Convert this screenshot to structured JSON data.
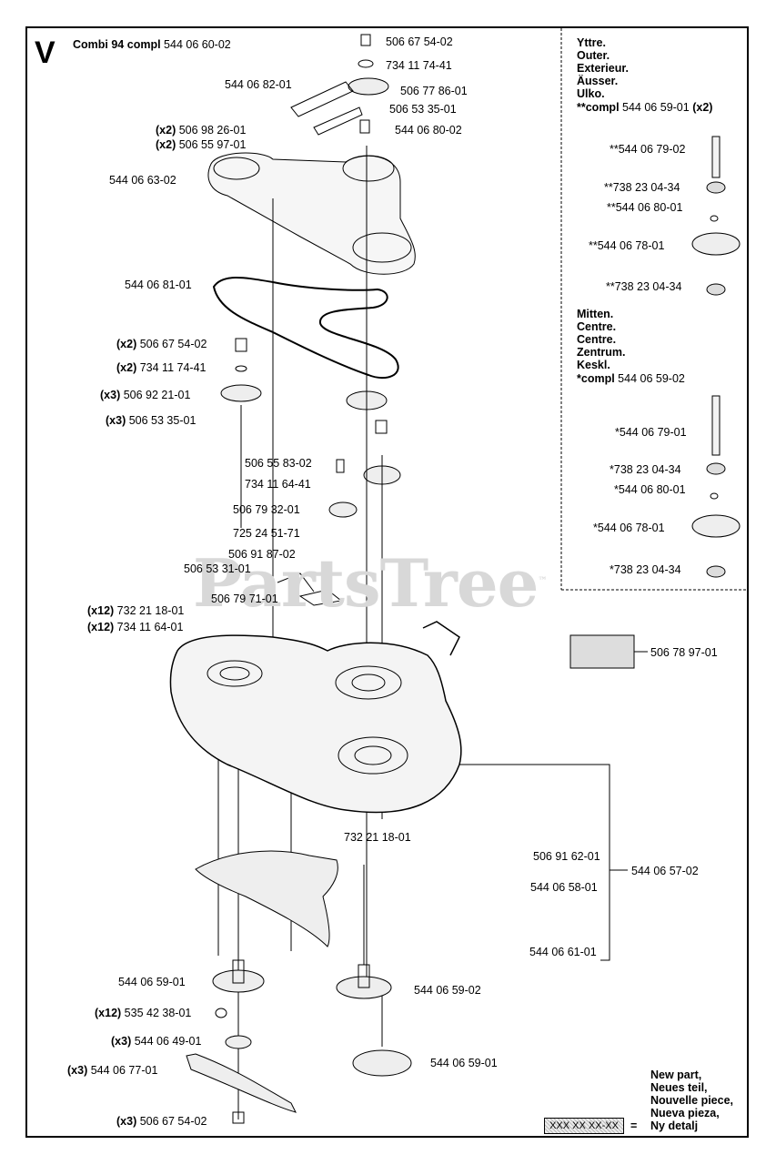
{
  "header": {
    "section_letter": "V",
    "title_bold": "Combi 94",
    "title_bold2": "compl",
    "title_number": "544 06 60-02"
  },
  "watermark": "PartsTree",
  "watermark_tm": "™",
  "parts_left": [
    {
      "qty": "",
      "num": "544 06 82-01"
    },
    {
      "qty": "(x2)",
      "num": "506 98 26-01"
    },
    {
      "qty": "(x2)",
      "num": "506 55 97-01"
    },
    {
      "qty": "",
      "num": "544 06 63-02"
    },
    {
      "qty": "",
      "num": "544 06 81-01"
    },
    {
      "qty": "(x2)",
      "num": "506 67 54-02"
    },
    {
      "qty": "(x2)",
      "num": "734 11 74-41"
    },
    {
      "qty": "(x3)",
      "num": "506 92 21-01"
    },
    {
      "qty": "(x3)",
      "num": "506 53 35-01"
    },
    {
      "qty": "",
      "num": "506 55 83-02"
    },
    {
      "qty": "",
      "num": "734 11 64-41"
    },
    {
      "qty": "",
      "num": "506 79 32-01"
    },
    {
      "qty": "",
      "num": "725 24 51-71"
    },
    {
      "qty": "",
      "num": "506 91 87-02"
    },
    {
      "qty": "",
      "num": "506 53 31-01"
    },
    {
      "qty": "",
      "num": "506 79 71-01"
    },
    {
      "qty": "(x12)",
      "num": "732 21 18-01"
    },
    {
      "qty": "(x12)",
      "num": "734 11 64-01"
    },
    {
      "qty": "",
      "num": "732 21 18-01"
    },
    {
      "qty": "",
      "num": "544 06 59-01"
    },
    {
      "qty": "(x12)",
      "num": "535 42 38-01"
    },
    {
      "qty": "(x3)",
      "num": "544 06 49-01"
    },
    {
      "qty": "(x3)",
      "num": "544 06 77-01"
    },
    {
      "qty": "(x3)",
      "num": "506 67 54-02"
    }
  ],
  "parts_top": [
    {
      "num": "506 67 54-02"
    },
    {
      "num": "734 11 74-41"
    },
    {
      "num": "506 77 86-01"
    },
    {
      "num": "506 53 35-01"
    },
    {
      "num": "544 06 80-02"
    }
  ],
  "parts_right": [
    {
      "num": "506 78 97-01"
    },
    {
      "num": "506 91 62-01"
    },
    {
      "num": "544 06 57-02"
    },
    {
      "num": "544 06 58-01"
    },
    {
      "num": "544 06 61-01"
    },
    {
      "num": "544 06 59-02"
    },
    {
      "num": "544 06 59-01"
    }
  ],
  "outer_box": {
    "lang": [
      "Yttre.",
      "Outer.",
      "Exterieur.",
      "Äusser.",
      "Ulko."
    ],
    "compl_prefix": "**compl",
    "compl_number": "544 06 59-01",
    "compl_qty": "(x2)",
    "items": [
      "**544 06 79-02",
      "**738 23 04-34",
      "**544 06 80-01",
      "**544 06 78-01",
      "**738 23 04-34"
    ]
  },
  "middle_box": {
    "lang": [
      "Mitten.",
      "Centre.",
      "Centre.",
      "Zentrum.",
      "Keskl."
    ],
    "compl_prefix": "*compl",
    "compl_number": "544 06 59-02",
    "items": [
      "*544 06 79-01",
      "*738 23 04-34",
      "*544 06 80-01",
      "*544 06 78-01",
      "*738 23 04-34"
    ]
  },
  "legend": {
    "box_text": "XXX XX XX-XX",
    "equals": "=",
    "lines": [
      "New part,",
      "Neues teil,",
      "Nouvelle piece,",
      "Nueva pieza,",
      "Ny detalj"
    ]
  }
}
